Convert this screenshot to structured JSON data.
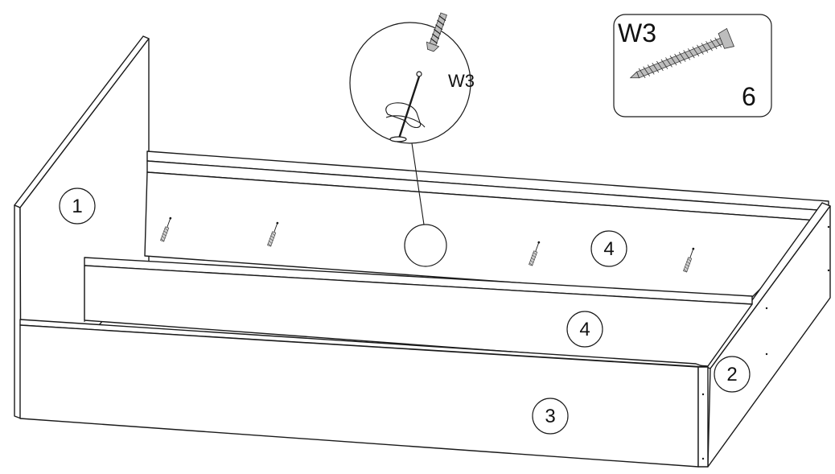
{
  "parts": {
    "side_panel_left": "1",
    "end_panel_right": "2",
    "front_panel": "3",
    "back_rail_upper": "4",
    "front_rail_lower": "4"
  },
  "hardware_box": {
    "code": "W3",
    "quantity": "6",
    "icon": "wood-screw-icon"
  },
  "detail_zoom": {
    "code": "W3",
    "icon": "screw-and-dowel-icon"
  },
  "colors": {
    "line": "#1a1a1a",
    "fill": "#ffffff",
    "screw": "#bdbdbd"
  }
}
